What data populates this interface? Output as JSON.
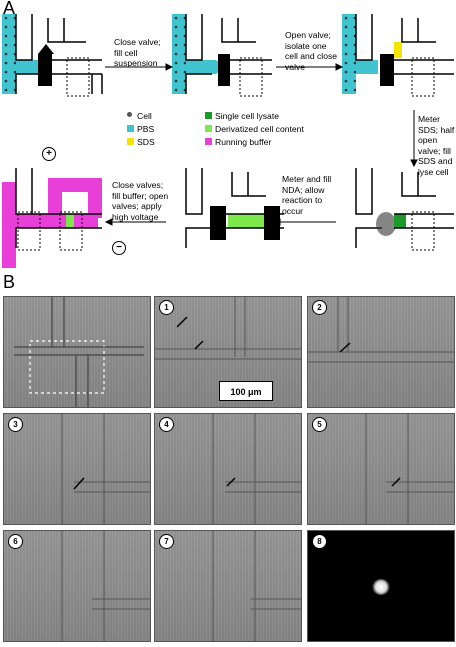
{
  "figure": {
    "panel_a_label": "A",
    "panel_b_label": "B",
    "steps": [
      "Close valve; fill cell suspension",
      "Open valve; isolate one cell and close valve",
      "Meter SDS; half open valve; fill SDS and lyse cell",
      "Meter and fill NDA; allow reaction to occur",
      "Close valves; fill buffer; open valves; apply high voltage"
    ],
    "legend": [
      {
        "label": "Cell",
        "color": "#555555"
      },
      {
        "label": "PBS",
        "color": "#3fc4d0"
      },
      {
        "label": "SDS",
        "color": "#f4e400"
      },
      {
        "label": "Single cell lysate",
        "color": "#1c9a2c"
      },
      {
        "label": "Derivatized cell content",
        "color": "#7de84c"
      },
      {
        "label": "Running buffer",
        "color": "#e83fd8"
      }
    ],
    "electrode_plus": "+",
    "electrode_minus": "−",
    "scale_bar": "100 μm",
    "frames": [
      "1",
      "2",
      "3",
      "4",
      "5",
      "6",
      "7",
      "8"
    ]
  }
}
